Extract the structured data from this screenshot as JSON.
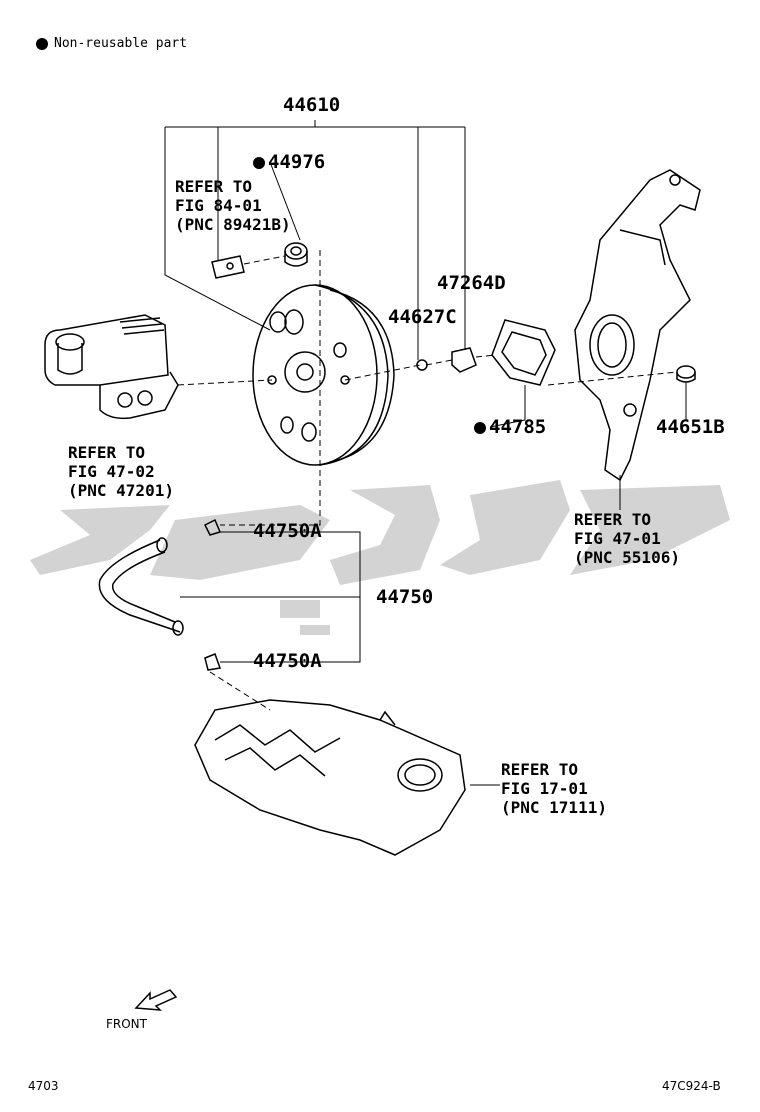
{
  "legend": {
    "text": "Non-reusable part"
  },
  "parts": {
    "p44610": "44610",
    "p44976": "44976",
    "p47264D": "47264D",
    "p44627C": "44627C",
    "p44785": "44785",
    "p44651B": "44651B",
    "p44750A_top": "44750A",
    "p44750": "44750",
    "p44750A_bottom": "44750A"
  },
  "refs": {
    "ref_84_01": [
      "REFER TO",
      "FIG 84-01",
      "(PNC 89421B)"
    ],
    "ref_47_02": [
      "REFER TO",
      "FIG 47-02",
      "(PNC 47201)"
    ],
    "ref_47_01": [
      "REFER TO",
      "FIG 47-01",
      "(PNC 55106)"
    ],
    "ref_17_01": [
      "REFER TO",
      "FIG 17-01",
      "(PNC 17111)"
    ]
  },
  "front_label": "FRONT",
  "footer": {
    "left": "4703",
    "right": "47C924-B"
  },
  "colors": {
    "line": "#000000",
    "watermark": "#d0d0d0"
  }
}
